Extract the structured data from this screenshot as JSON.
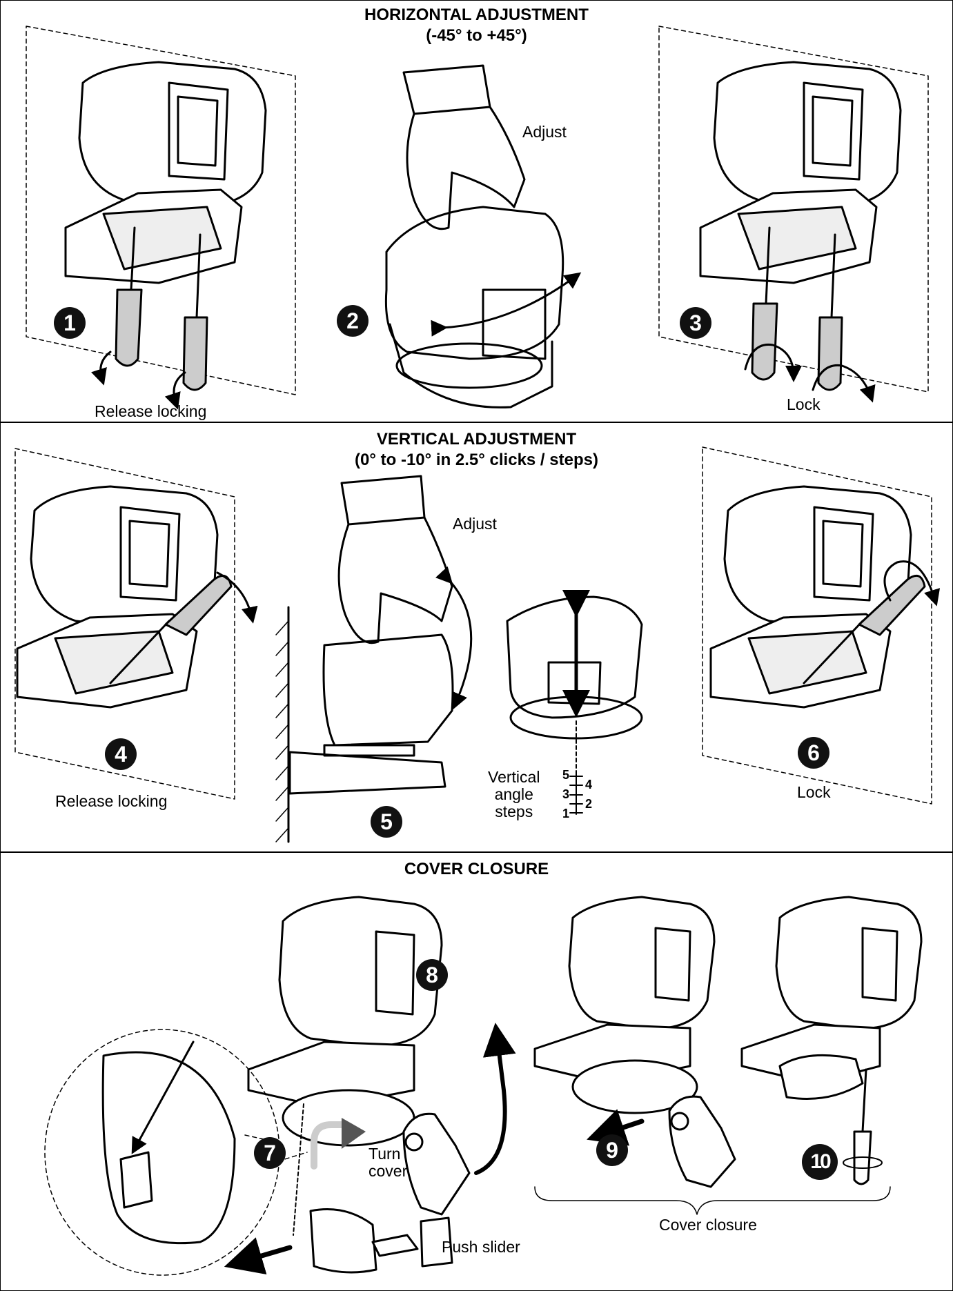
{
  "sections": {
    "horizontal": {
      "title": "HORIZONTAL ADJUSTMENT",
      "subtitle": "(-45° to +45°)"
    },
    "vertical": {
      "title": "VERTICAL ADJUSTMENT",
      "subtitle": "(0° to -10° in 2.5° clicks / steps)"
    },
    "cover": {
      "title": "COVER CLOSURE"
    }
  },
  "steps": {
    "s1": "1",
    "s2": "2",
    "s3": "3",
    "s4": "4",
    "s5": "5",
    "s6": "6",
    "s7": "7",
    "s8": "8",
    "s9": "9",
    "s10": "10"
  },
  "labels": {
    "release_locking_1": "Release locking",
    "adjust_1": "Adjust",
    "lock_1": "Lock",
    "release_locking_2": "Release locking",
    "adjust_2": "Adjust",
    "vertical_angle_steps": [
      "Vertical",
      "angle",
      "steps"
    ],
    "scale_ticks": [
      "5",
      "4",
      "3",
      "2",
      "1"
    ],
    "lock_2": "Lock",
    "turn_cover": [
      "Turn",
      "cover"
    ],
    "push_slider": "Push slider",
    "cover_closure": "Cover closure"
  },
  "colors": {
    "ink": "#000000",
    "shade": "#d9d9d9",
    "arrow_grey": "#555555"
  }
}
